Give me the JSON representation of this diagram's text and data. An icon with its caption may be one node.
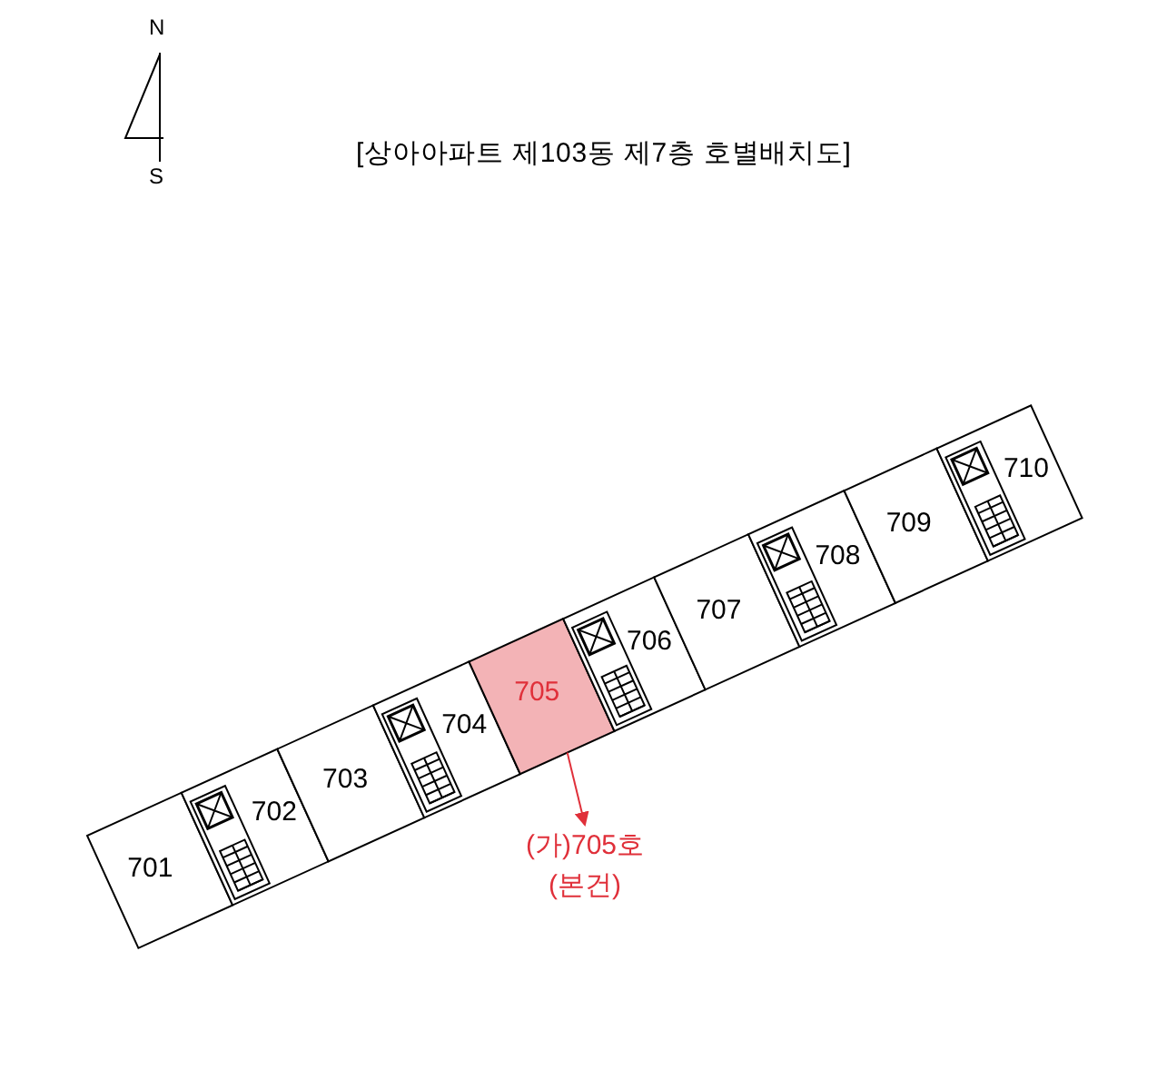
{
  "diagram": {
    "title": "[상아아파트 제103동 제7층 호별배치도]",
    "nodes": [
      {
        "text": [
          "701"
        ]
      },
      {
        "text": [
          "702"
        ]
      },
      {
        "text": [
          "703"
        ]
      },
      {
        "text": [
          "704"
        ]
      },
      {
        "text": [
          "705"
        ]
      },
      {
        "text": [
          "706"
        ]
      },
      {
        "text": [
          "707"
        ]
      },
      {
        "text": [
          "708"
        ]
      },
      {
        "text": [
          "709"
        ]
      },
      {
        "text": [
          "710"
        ]
      },
      {
        "text": [
          "(가)705호 (본건)"
        ]
      }
    ],
    "edges": [
      {
        "from": 4,
        "to": 10,
        "arrow": "to",
        "color": "#e0303a"
      }
    ],
    "labels": [
      "N",
      "S"
    ]
  }
}
